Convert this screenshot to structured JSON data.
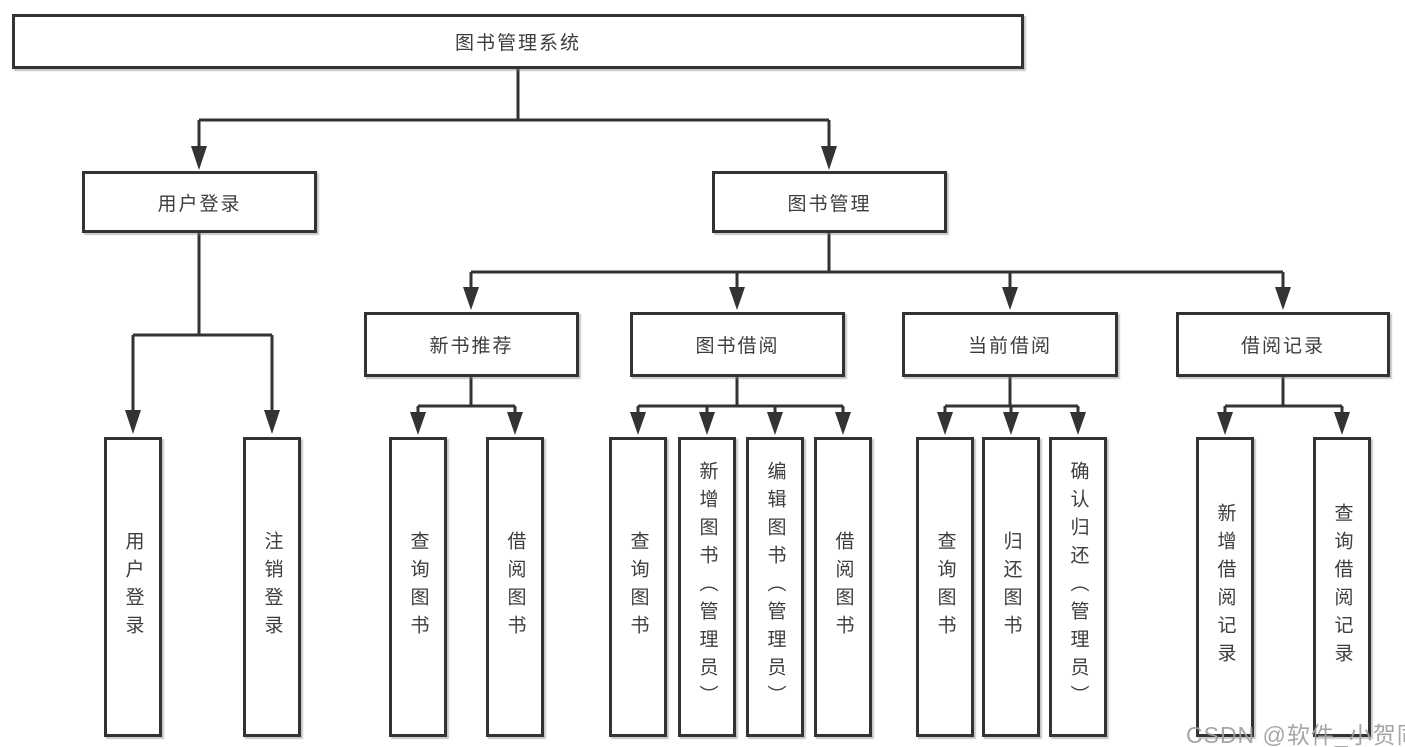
{
  "diagram": {
    "root": "图书管理系统",
    "level2": {
      "user_login": "用户登录",
      "book_management": "图书管理"
    },
    "level3": {
      "new_book_recommend": "新书推荐",
      "book_borrow": "图书借阅",
      "current_borrow": "当前借阅",
      "borrow_records": "借阅记录"
    },
    "leaves": {
      "user_login": [
        "用户登录",
        "注销登录"
      ],
      "new_book_recommend": [
        "查询图书",
        "借阅图书"
      ],
      "book_borrow": [
        "查询图书",
        "新增图书（管理员）",
        "编辑图书（管理员）",
        "借阅图书"
      ],
      "current_borrow": [
        "查询图书",
        "归还图书",
        "确认归还（管理员）"
      ],
      "borrow_records": [
        "新增借阅记录",
        "查询借阅记录"
      ]
    },
    "colors": {
      "line": "#333333",
      "box_border": "#333333",
      "text": "#3d3d3d",
      "watermark": "#9e9e9e",
      "background": "#ffffff"
    }
  },
  "watermark": "CSDN @软件_小贺同学"
}
